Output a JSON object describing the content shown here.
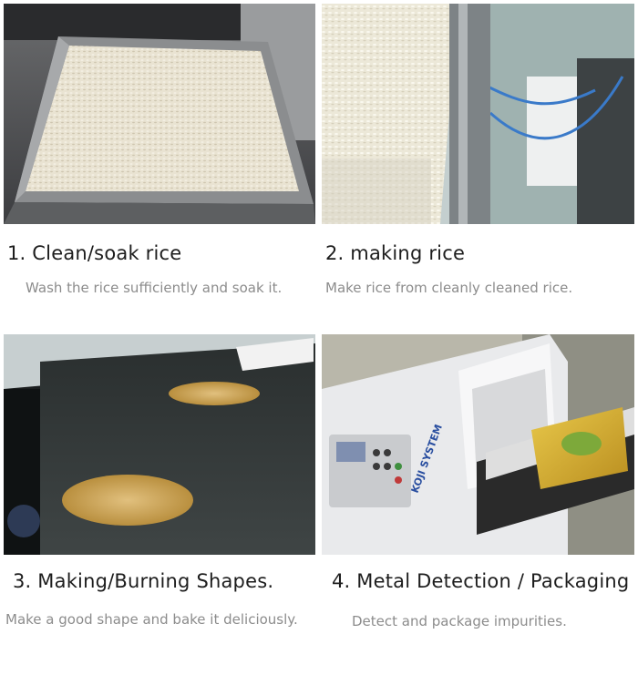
{
  "steps": [
    {
      "title": "1. Clean/soak rice",
      "description": "Wash the rice sufficiently and soak it."
    },
    {
      "title": "2. making rice",
      "description": "Make rice from cleanly cleaned rice."
    },
    {
      "title": "3. Making/Burning Shapes.",
      "description": "Make a good shape and bake it deliciously."
    },
    {
      "title": "4. Metal Detection / Packaging",
      "description": "Detect and package impurities."
    }
  ],
  "machine_brand": "KOJI SYSTEM"
}
